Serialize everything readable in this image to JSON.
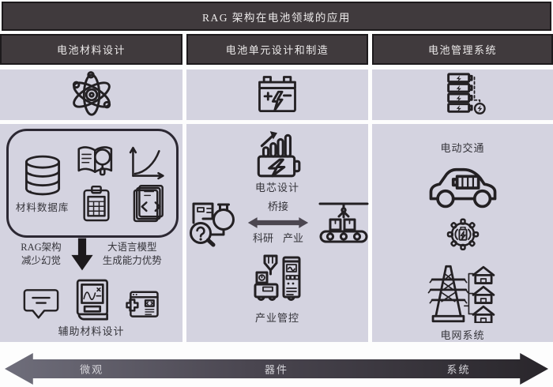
{
  "title": "RAG 架构在电池领域的应用",
  "columns": [
    {
      "header": "电池材料设计",
      "top_icon": "atom-icon",
      "database_box": {
        "label": "材料数据库",
        "icons": [
          "database-icon",
          "book-magnifier-icon",
          "growth-chart-icon",
          "clipboard-calculator-icon",
          "code-documents-icon"
        ]
      },
      "flow": {
        "left_line1": "RAG架构",
        "left_line2": "减少幻觉",
        "right_line1": "大语言模型",
        "right_line2": "生成能力优势",
        "arrow_icon": "down-arrow-icon"
      },
      "output": {
        "label": "辅助材料设计",
        "icons": [
          "chat-bubble-icon",
          "formula-book-icon",
          "code-window-plus-icon"
        ]
      }
    },
    {
      "header": "电池单元设计和制造",
      "top_icon": "car-battery-icon",
      "cell_design": {
        "label": "电芯设计",
        "icon": "battery-gauge-icon"
      },
      "bridge": {
        "top_label": "桥接",
        "left_label": "科研",
        "right_label": "产业",
        "arrow_icon": "double-arrow-icon",
        "left_icon": "research-flask-magnifier-icon",
        "right_icon": "conveyor-robot-icon"
      },
      "industry": {
        "label": "产业管控",
        "icon": "factory-machine-icon"
      }
    },
    {
      "header": "电池管理系统",
      "top_icon": "battery-stack-icon",
      "transport": {
        "label": "电动交通",
        "icon": "electric-car-icon"
      },
      "middle_icon": "gear-battery-icon",
      "grid": {
        "label": "电网系统",
        "icon": "power-grid-icon"
      }
    }
  ],
  "scale_axis": {
    "labels": [
      "微观",
      "器件",
      "系统"
    ]
  },
  "colors": {
    "header_bg": "#403a3d",
    "panel_bg": "#d4d3e0",
    "icon_stroke": "#232023",
    "axis_gradient_left": "#6f6e7b",
    "axis_gradient_right": "#29262b"
  }
}
